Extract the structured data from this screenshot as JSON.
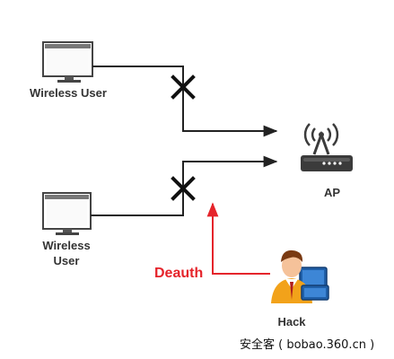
{
  "nodes": {
    "user1": {
      "label": "Wireless User"
    },
    "user2": {
      "label_line1": "Wireless",
      "label_line2": "User"
    },
    "ap": {
      "label": "AP"
    },
    "hacker": {
      "label": "Hack"
    }
  },
  "attack_label": "Deauth",
  "watermark": "安全客 ( bobao.360.cn )",
  "colors": {
    "link": "#222222",
    "attack": "#e5242b",
    "cross": "#111111"
  },
  "icons": {
    "user1": "monitor-icon",
    "user2": "monitor-icon",
    "ap": "wireless-router-icon",
    "hacker": "hacker-at-computer-icon"
  }
}
